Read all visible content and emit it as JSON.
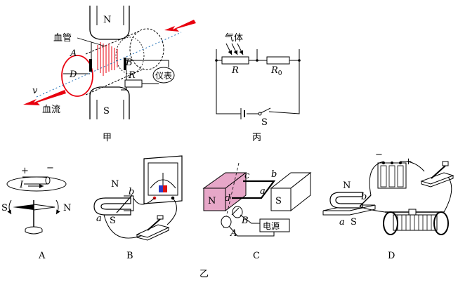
{
  "colors": {
    "line": "#000000",
    "red": "#e8000e",
    "magnet_pink": "#e7a7c8",
    "wire": "#1a1a1a",
    "dotted_axis": "#1d6fb8",
    "meter_red": "#d11",
    "meter_blue": "#2a3cc7"
  },
  "fig_jia": {
    "pole_top": "N",
    "pole_bottom": "S",
    "vessel_label": "血管",
    "flow_label": "血流",
    "point_a": "A",
    "point_b": "B",
    "diameter": "D",
    "velocity": "v",
    "resistor": "R",
    "meter": "仪表",
    "caption": "甲"
  },
  "fig_bing": {
    "gas_label": "气体",
    "sensor": "R",
    "fixed_resistor": "R",
    "fixed_subscript": "0",
    "switch": "S",
    "caption": "丙"
  },
  "fig_yi": {
    "caption": "乙",
    "A": {
      "plus": "+",
      "minus": "−",
      "current": "I",
      "left": "S",
      "right": "N",
      "caption": "A"
    },
    "B": {
      "north": "N",
      "south": "S",
      "a": "a",
      "b": "b",
      "caption": "B"
    },
    "C": {
      "north": "N",
      "south": "S",
      "a": "a",
      "b": "b",
      "c": "c",
      "d": "d",
      "A": "A",
      "B": "B",
      "power": "电源",
      "caption": "C"
    },
    "D": {
      "north": "N",
      "south": "S",
      "a": "a",
      "b": "b",
      "minus": "−",
      "plus": "+",
      "caption": "D"
    }
  }
}
